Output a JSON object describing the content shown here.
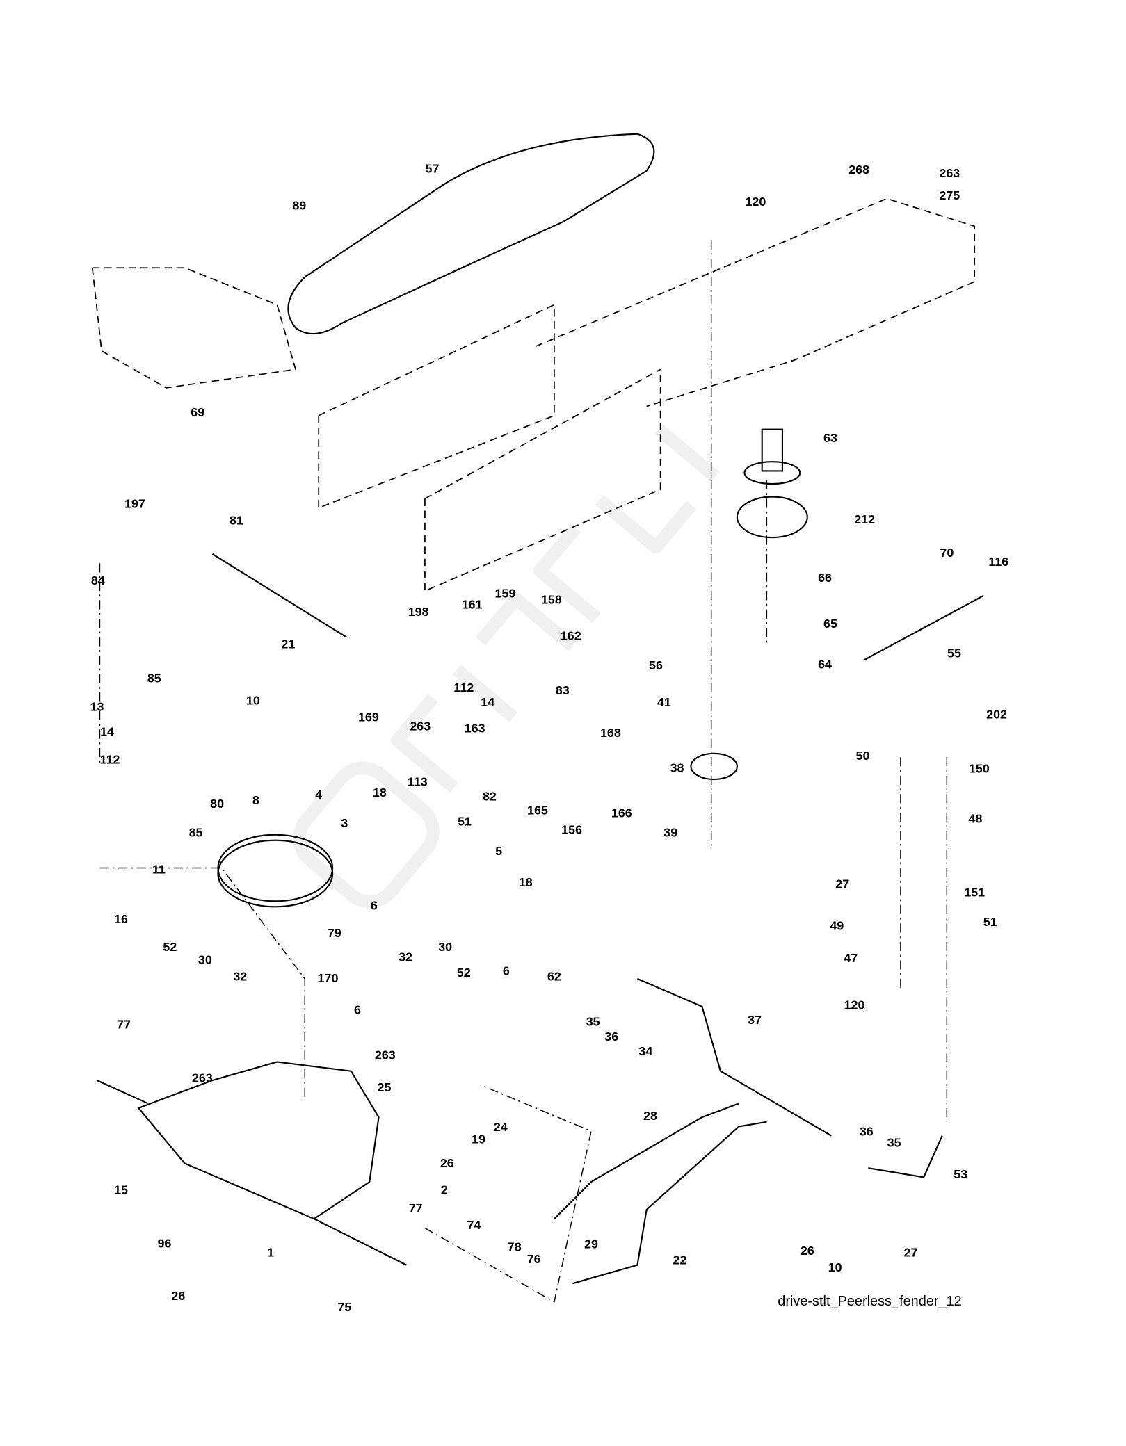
{
  "diagram": {
    "caption": "drive-stlt_Peerless_fender_12",
    "watermark": "Stiftel GARDEN",
    "labels": [
      "57",
      "89",
      "120",
      "268",
      "263",
      "275",
      "69",
      "63",
      "212",
      "70",
      "116",
      "197",
      "81",
      "84",
      "66",
      "65",
      "56",
      "64",
      "55",
      "198",
      "161",
      "159",
      "158",
      "162",
      "85",
      "21",
      "112",
      "14",
      "83",
      "169",
      "263",
      "163",
      "41",
      "168",
      "10",
      "13",
      "14",
      "112",
      "80",
      "38",
      "82",
      "165",
      "156",
      "166",
      "85",
      "8",
      "4",
      "18",
      "113",
      "51",
      "5",
      "3",
      "39",
      "50",
      "202",
      "150",
      "48",
      "11",
      "27",
      "6",
      "18",
      "151",
      "49",
      "51",
      "79",
      "16",
      "32",
      "30",
      "52",
      "30",
      "32",
      "52",
      "6",
      "47",
      "120",
      "62",
      "35",
      "36",
      "34",
      "37",
      "170",
      "6",
      "77",
      "263",
      "263",
      "25",
      "24",
      "19",
      "26",
      "28",
      "36",
      "35",
      "53",
      "15",
      "2",
      "77",
      "96",
      "74",
      "29",
      "26",
      "10",
      "27",
      "22",
      "1",
      "78",
      "76",
      "26",
      "75"
    ]
  }
}
